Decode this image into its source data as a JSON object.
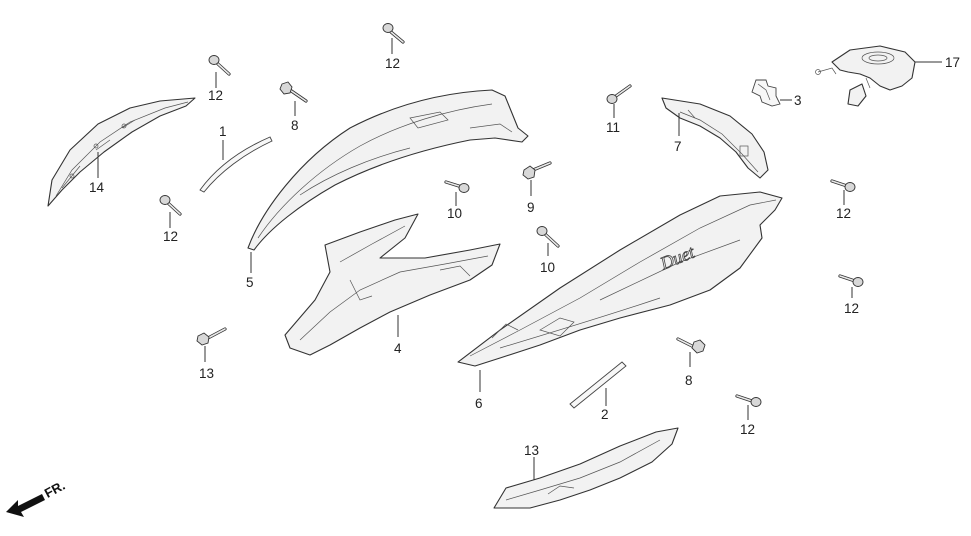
{
  "callouts": {
    "c1": "1",
    "c2": "2",
    "c3": "3",
    "c4": "4",
    "c5": "5",
    "c6": "6",
    "c7": "7",
    "c8a": "8",
    "c8b": "8",
    "c9": "9",
    "c10a": "10",
    "c10b": "10",
    "c11": "11",
    "c12a": "12",
    "c12b": "12",
    "c12c": "12",
    "c12d": "12",
    "c12e": "12",
    "c12f": "12",
    "c13a": "13",
    "c13b": "13",
    "c14": "14",
    "c17": "17"
  },
  "emblem_text": "Duet",
  "front_indicator": {
    "label": "FR."
  }
}
